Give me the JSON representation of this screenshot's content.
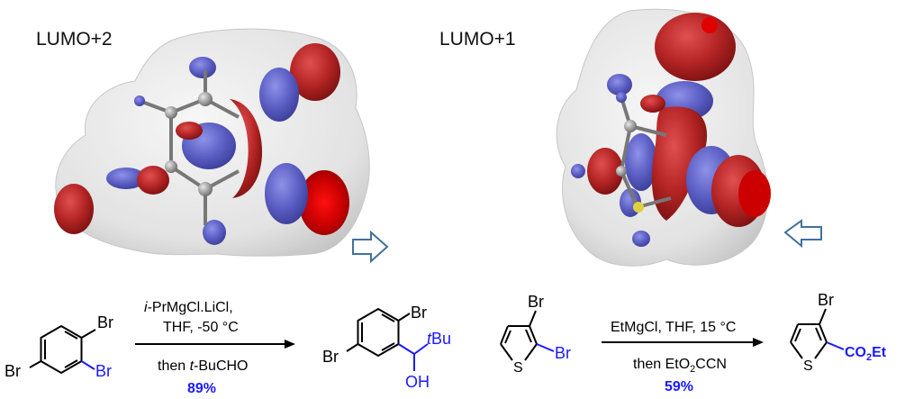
{
  "orbital_labels": {
    "left": "LUMO+2",
    "right": "LUMO+1"
  },
  "reaction1": {
    "sm_atoms": {
      "br_top": "Br",
      "br_side": "Br",
      "br_left": "Br"
    },
    "conditions": {
      "line1_italic": "i",
      "line1_rest": "-PrMgCl.LiCl,",
      "line2": "THF, -50 °C",
      "line3_then": "then ",
      "line3_italic": "t",
      "line3_rest": "-BuCHO"
    },
    "yield": "89%",
    "product_atoms": {
      "br_top": "Br",
      "br_left": "Br",
      "tbu_italic": "t",
      "tbu_rest": "Bu",
      "oh": "OH"
    }
  },
  "reaction2": {
    "sm_atoms": {
      "br_top": "Br",
      "br_side": "Br",
      "s": "S"
    },
    "conditions": {
      "line1": "EtMgCl, THF, 15 °C",
      "line2_a": "then EtO",
      "line2_sub": "2",
      "line2_b": "CCN"
    },
    "yield": "59%",
    "product_atoms": {
      "br_top": "Br",
      "s": "S",
      "ester_a": "CO",
      "ester_sub": "2",
      "ester_b": "Et"
    }
  },
  "colors": {
    "accent_blue": "#1a1aff",
    "lobe_red": "#a01d1d",
    "lobe_blue": "#5c5fc4",
    "arrow_outline": "#41719c",
    "bond": "#000000"
  }
}
